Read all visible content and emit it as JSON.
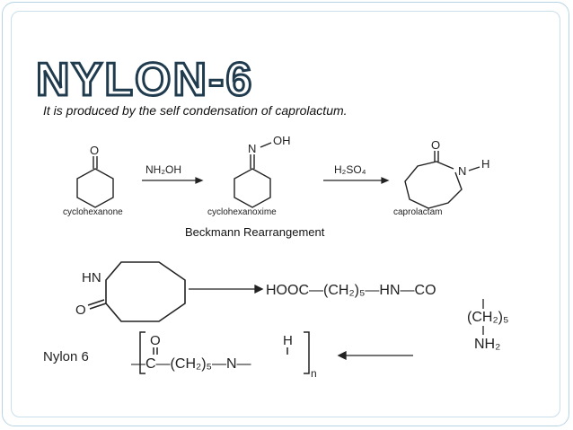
{
  "slide": {
    "title": "NYLON-6",
    "subtitle": "It is produced by the self condensation of caprolactum.",
    "caption": "Beckmann Rearrangement"
  },
  "reaction1": {
    "compounds": [
      "cyclohexanone",
      "cyclohexanoxime",
      "caprolactam"
    ],
    "reagents": [
      "NH₂OH",
      "H₂SO₄"
    ],
    "atoms": {
      "oxygen": "O",
      "nitrogen": "N",
      "hydroxyl": "OH",
      "hydrogen": "H"
    }
  },
  "reaction2": {
    "ring_group": "HN",
    "ring_oxygen": "O",
    "product_chain": "HOOC—(CH₂)₅—HN—CO",
    "branch_group": "(CH₂)₅",
    "branch_end": "NH₂",
    "polymer_label": "Nylon 6",
    "polymer_unit": "—C—(CH₂)₅—N—",
    "polymer_oxygen": "O",
    "polymer_hydrogen": "H",
    "subscript_n": "n"
  },
  "colors": {
    "title_fill": "#ffffff",
    "title_outline": "#1f3b4d",
    "frame": "#b8d4e4",
    "text": "#111111"
  }
}
